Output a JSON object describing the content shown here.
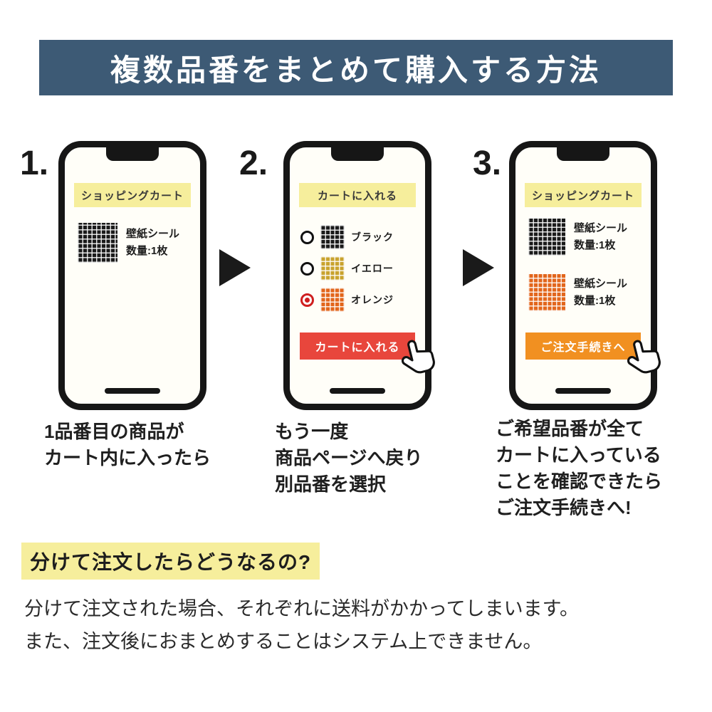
{
  "header": {
    "title": "複数品番をまとめて購入する方法"
  },
  "steps": [
    {
      "number": "1.",
      "phone": {
        "banner": "ショッピングカート",
        "items": [
          {
            "swatch": "black",
            "lines": [
              "壁紙シール",
              "数量:1枚"
            ]
          }
        ]
      },
      "caption": [
        "1品番目の商品が",
        "カート内に入ったら"
      ]
    },
    {
      "number": "2.",
      "phone": {
        "banner": "カートに入れる",
        "options": [
          {
            "swatch": "black",
            "label": "ブラック",
            "selected": false
          },
          {
            "swatch": "yellow",
            "label": "イエロー",
            "selected": false
          },
          {
            "swatch": "orange",
            "label": "オレンジ",
            "selected": true
          }
        ],
        "button": {
          "label": "カートに入れる"
        }
      },
      "caption": [
        "もう一度",
        "商品ページへ戻り",
        "別品番を選択"
      ]
    },
    {
      "number": "3.",
      "phone": {
        "banner": "ショッピングカート",
        "items": [
          {
            "swatch": "black",
            "lines": [
              "壁紙シール",
              "数量:1枚"
            ]
          },
          {
            "swatch": "orange",
            "lines": [
              "壁紙シール",
              "数量:1枚"
            ]
          }
        ],
        "button": {
          "label": "ご注文手続きへ"
        }
      },
      "caption": [
        "ご希望品番が全て",
        "カートに入っている",
        "ことを確認できたら",
        "ご注文手続きへ!"
      ]
    }
  ],
  "note": {
    "heading": "分けて注文したらどうなるの?",
    "body": [
      "分けて注文された場合、それぞれに送料がかかってしまいます。",
      "また、注文後におまとめすることはシステム上できません。"
    ]
  },
  "colors": {
    "header_bg": "#3d5a75",
    "banner_yellow": "#f6ee9c",
    "highlight_yellow": "#f6ee9c",
    "red_button": "#e8463c",
    "orange_button": "#f19021",
    "swatch_black": "#1a1a1a",
    "swatch_yellow": "#c9a32e",
    "swatch_orange": "#e2661c",
    "radio_selected": "#cf1f1f"
  }
}
